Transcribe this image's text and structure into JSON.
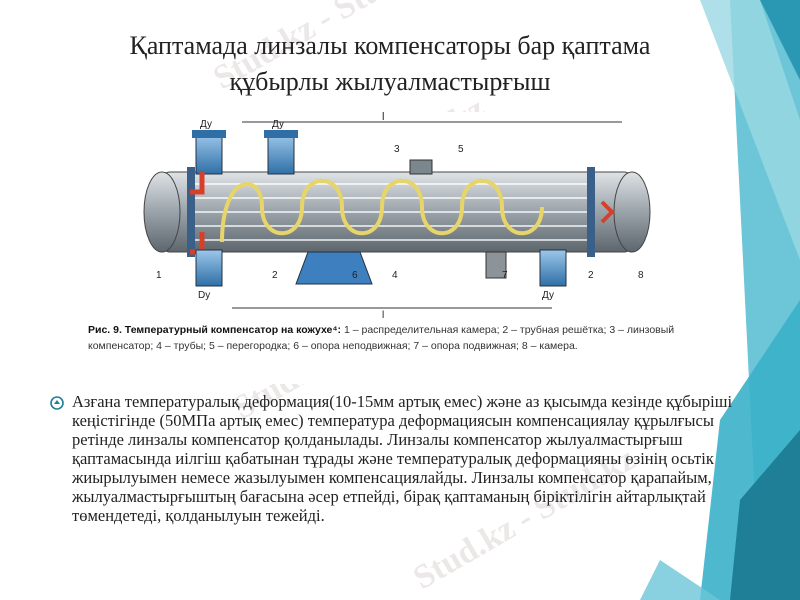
{
  "title": {
    "line1": "Қаптамада линзалы компенсаторы бар қаптама",
    "line2": "құбырлы жылуалмастырғыш"
  },
  "figure": {
    "labels": {
      "du_left": "Ду",
      "du_mid": "Ду",
      "dy_bottom_left": "Dу",
      "du_bottom_right": "Ду",
      "l": "l",
      "l_bottom": "l",
      "n1": "1",
      "n2": "2",
      "n3": "3",
      "n4": "4",
      "n5": "5",
      "n6": "6",
      "n7": "7",
      "n2b": "2",
      "n8": "8"
    },
    "caption_bold": "Рис. 9. Температурный компенсатор на кожухе⁴:",
    "caption_rest": " 1 – распределительная камера; 2 – трубная решётка; 3 – линзовый компенсатор; 4 – трубы; 5 – перегородка; 6 – опора неподвижная; 7 – опора подвижная; 8 – камера."
  },
  "body": "Азғана температуралық деформация(10-15мм артық емес) және аз қысымда кезінде  құбыріші кеңістігінде (50МПа артық емес) температура деформациясын компенсациялау құрылғысы ретінде линзалы компенсатор қолданылады. Линзалы компенсатор жылуалмастырғыш қаптамасында иілгіш қабатынан тұрады және температуралық деформацияны өзінің осьтік жиырылуымен немесе жазылуымен компенсациялайды.  Линзалы компенсатор қарапайым, жылуалмастырғыштың бағасына әсер етпейді, бірақ қаптаманың біріктілігін айтарлықтай төмендетеді, қолданылуын тежейді.",
  "watermark": "Stud.kz - Stud.kz",
  "colors": {
    "accent_teal": "#3bb0c9",
    "accent_dark": "#1e7f96",
    "shell_blue": "#4a8fc4",
    "hot_red": "#d6402b"
  },
  "icons": {
    "bullet": "recycle-bullet-icon"
  }
}
